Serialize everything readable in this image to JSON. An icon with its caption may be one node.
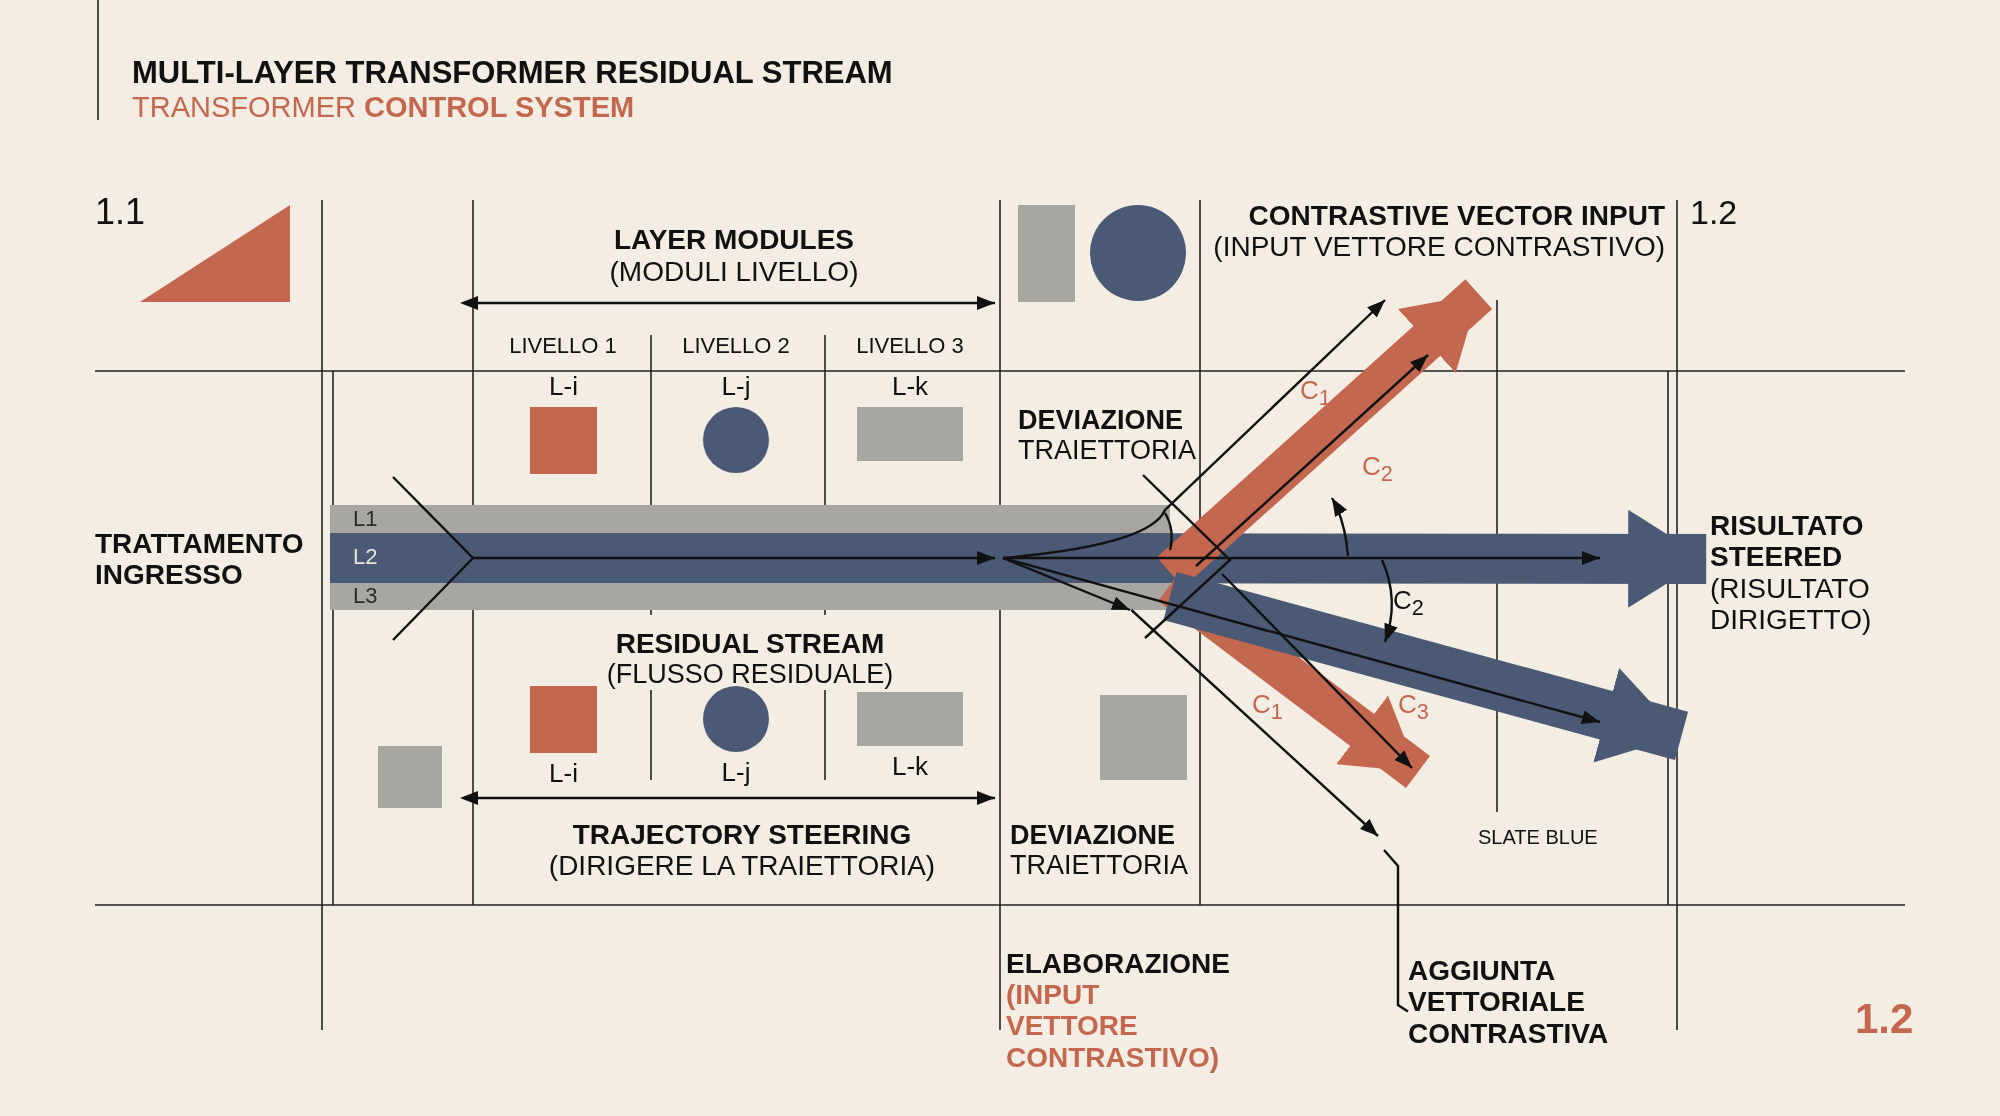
{
  "diagram": {
    "title": "MULTI-LAYER TRANSFORMER RESIDUAL STREAM",
    "nodes": [
      {
        "text": [
          "TRATTAMENTO INGRESSO"
        ]
      },
      {
        "text": [],
        "shape": "triangle"
      },
      {
        "text": [
          "L-i"
        ]
      },
      {
        "text": [
          "L-j"
        ]
      },
      {
        "text": [
          "L-k"
        ]
      },
      {
        "text": [],
        "shape": "box"
      },
      {
        "text": [],
        "shape": "circle"
      },
      {
        "text": [
          "RESIDUAL STREAM",
          "(FLUSSO RESIDUALE)"
        ]
      },
      {
        "text": [
          "CONTRASTIVE VECTOR INPUT",
          "(INPUT VETTORE CONTRASTIVO)"
        ]
      },
      {
        "text": [
          "RISULTATO STEERED",
          "(RISULTATO DIRIGETTO)"
        ]
      },
      {
        "text": [],
        "shape": "box"
      },
      {
        "text": [
          "L-i"
        ]
      },
      {
        "text": [
          "L-j"
        ]
      },
      {
        "text": [
          "L-k"
        ]
      },
      {
        "text": [],
        "shape": "box"
      },
      {
        "text": [
          "AGGIUNTA VETTORIALE CONTRASTIVA"
        ]
      }
    ],
    "edges": [
      {
        "from": 7,
        "to": 9,
        "arrow": "to",
        "color": "#4a5a75"
      },
      {
        "from": 7,
        "to": 8,
        "arrow": "to",
        "color": "#c4674f"
      },
      {
        "from": 7,
        "to": null,
        "arrow": "to",
        "color": "#c4674f"
      },
      {
        "from": 7,
        "to": 9,
        "arrow": "to",
        "color": "#4a5a75"
      },
      {
        "from": 7,
        "to": null,
        "arrow": "to",
        "color": "#111111"
      },
      {
        "from": 15,
        "to": null,
        "arrow": "none",
        "color": "#111111"
      }
    ],
    "labels": [
      "TRANSFORMER **CONTROL SYSTEM**",
      "1.1",
      "LAYER MODULES",
      "(MODULI LIVELLO)",
      "LIVELLO 1",
      "LIVELLO 2",
      "LIVELLO 3",
      "L1",
      "L2",
      "L3",
      "**DEVIAZIONE** TRAIETTORIA",
      "C$_{1}$",
      "C$_{2}$",
      "C$_{2}$",
      "C$_{1}$",
      "C$_{3}$",
      "TRAJECTORY STEERING",
      "(DIRIGERE LA TRAIETTORIA)",
      "**DEVIAZIONE** TRAIETTORIA",
      "SLATE BLUE",
      "1.2",
      "ELABORAZIONE",
      "(INPUT VETTORE CONTRASTIVO)",
      "1.2"
    ]
  }
}
